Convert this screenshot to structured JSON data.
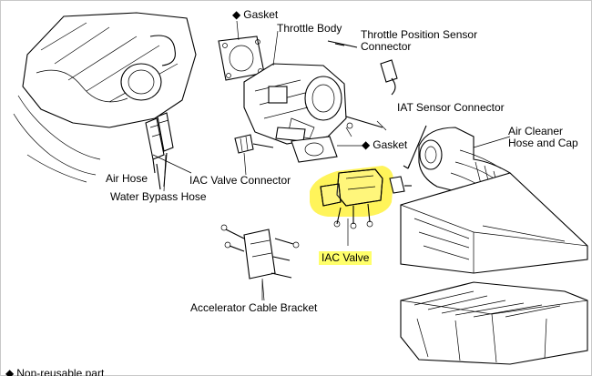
{
  "colors": {
    "highlight": "#fff45a",
    "line": "#000000",
    "background": "#ffffff"
  },
  "labels": {
    "gasket_top": "Gasket",
    "throttle_body": "Throttle Body",
    "tps_connector_line1": "Throttle Position Sensor",
    "tps_connector_line2": "Connector",
    "iat_sensor_connector": "IAT Sensor Connector",
    "gasket_mid": "Gasket",
    "air_cleaner_line1": "Air Cleaner",
    "air_cleaner_line2": "Hose and Cap",
    "air_hose": "Air Hose",
    "iac_valve_connector": "IAC Valve Connector",
    "water_bypass_hose": "Water Bypass Hose",
    "iac_valve": "IAC Valve",
    "accelerator_cable_bracket": "Accelerator Cable Bracket",
    "legend_non_reusable": "Non-reusable part"
  },
  "symbols": {
    "non_reusable": "◆"
  }
}
